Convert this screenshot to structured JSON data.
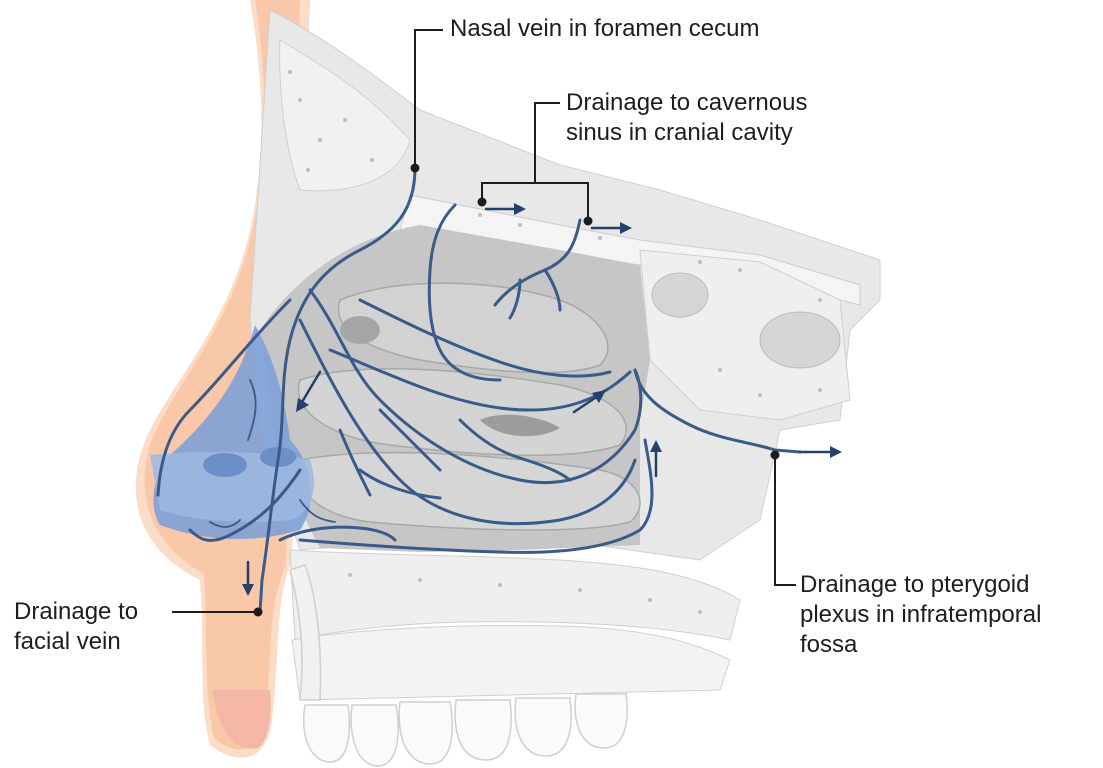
{
  "labels": {
    "nasal_vein": "Nasal vein in foramen cecum",
    "cavernous": {
      "line1": "Drainage to cavernous",
      "line2": "sinus in cranial cavity"
    },
    "pterygoid": {
      "line1": "Drainage to pterygoid",
      "line2": "plexus in infratemporal",
      "line3": "fossa"
    },
    "facial": {
      "line1": "Drainage to",
      "line2": "facial vein"
    }
  },
  "colors": {
    "vein": "#3a5a8a",
    "arrow": "#24406b",
    "leader": "#1d1d1b",
    "skin": "#f6c9ae",
    "bone": "#e6e6e6",
    "cavity": "#c2c2c2",
    "shade": "#9a9a9a"
  }
}
